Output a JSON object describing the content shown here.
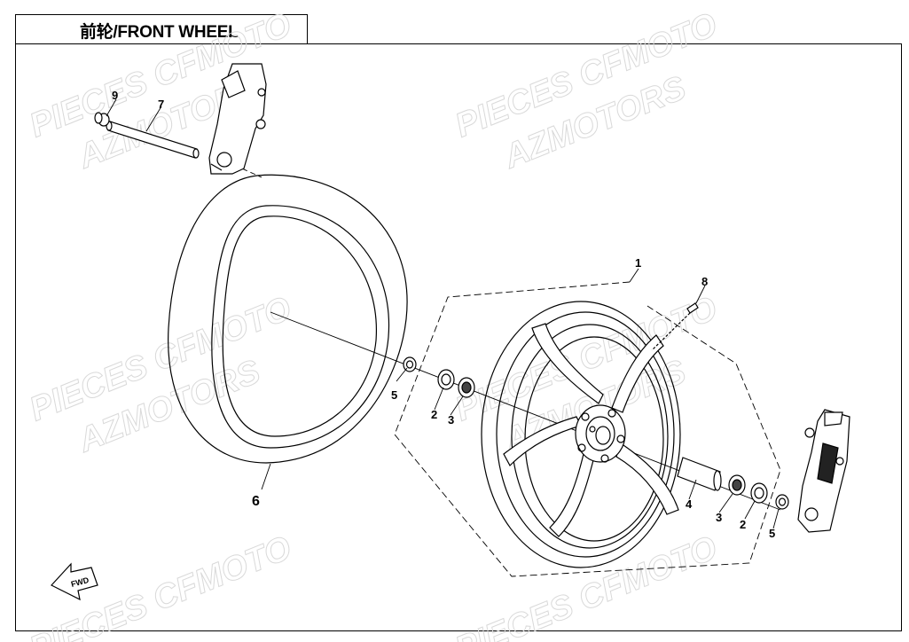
{
  "diagram": {
    "title": "前轮/FRONT WHEEL",
    "watermark_line1": "PIECES CFMOTO",
    "watermark_line2": "AZMOTORS",
    "fwd_label": "FWD",
    "callouts": [
      {
        "id": "c1",
        "label": "1"
      },
      {
        "id": "c2a",
        "label": "2"
      },
      {
        "id": "c2b",
        "label": "2"
      },
      {
        "id": "c3a",
        "label": "3"
      },
      {
        "id": "c3b",
        "label": "3"
      },
      {
        "id": "c4",
        "label": "4"
      },
      {
        "id": "c5a",
        "label": "5"
      },
      {
        "id": "c5b",
        "label": "5"
      },
      {
        "id": "c6",
        "label": "6"
      },
      {
        "id": "c7",
        "label": "7"
      },
      {
        "id": "c8",
        "label": "8"
      },
      {
        "id": "c9",
        "label": "9"
      }
    ]
  }
}
